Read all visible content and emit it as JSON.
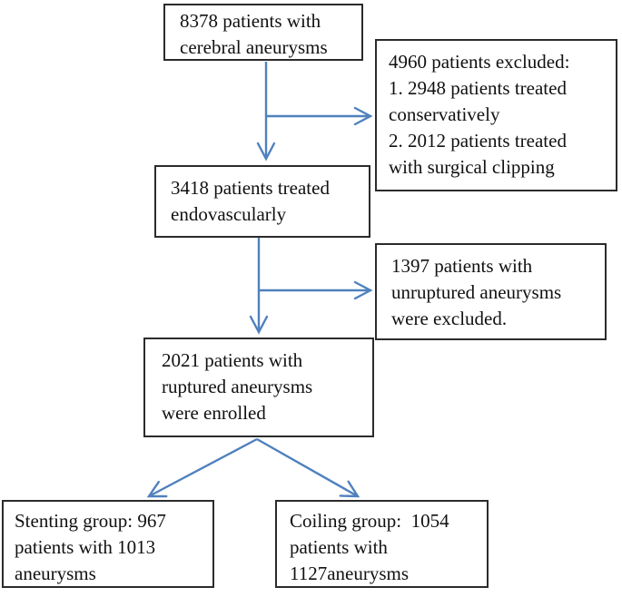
{
  "diagram": {
    "colors": {
      "arrow": "#4f81bd",
      "border": "#2b2b2b",
      "text": "#111111",
      "background": "#ffffff"
    },
    "boxes": {
      "total": {
        "lines": [
          "8378 patients with",
          "cerebral aneurysms"
        ]
      },
      "excluded_initial": {
        "lines": [
          "4960 patients excluded:",
          "1. 2948 patients treated",
          "conservatively",
          "2. 2012 patients treated",
          "with surgical clipping"
        ]
      },
      "endovascular": {
        "lines": [
          "3418 patients treated",
          "endovascularly"
        ]
      },
      "excluded_unruptured": {
        "lines": [
          "1397 patients with",
          "unruptured aneurysms",
          "were excluded."
        ]
      },
      "enrolled": {
        "lines": [
          "2021 patients with",
          "ruptured aneurysms",
          "were enrolled"
        ]
      },
      "stenting": {
        "lines": [
          "Stenting group: 967",
          "patients with 1013",
          "aneurysms"
        ]
      },
      "coiling": {
        "lines": [
          "Coiling group:  1054",
          "patients with",
          "1127aneurysms"
        ]
      }
    }
  }
}
